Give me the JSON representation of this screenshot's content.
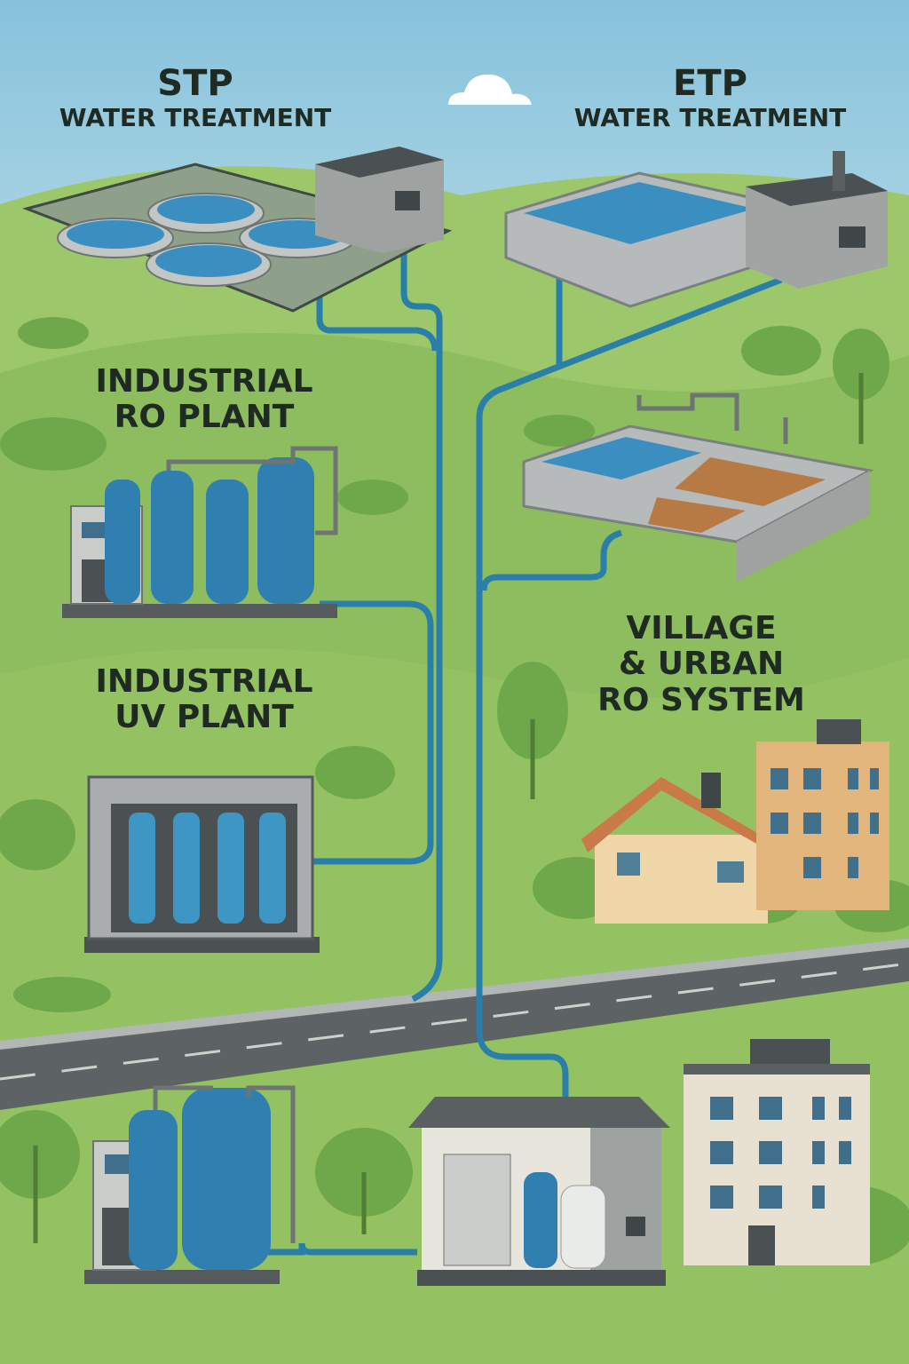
{
  "labels": {
    "stp": {
      "title": "STP",
      "subtitle": "WATER TREATMENT"
    },
    "etp": {
      "title": "ETP",
      "subtitle": "WATER TREATMENT"
    },
    "ro_plant": {
      "line1": "INDUSTRIAL",
      "line2": "RO PLANT"
    },
    "uv_plant": {
      "line1": "INDUSTRIAL",
      "line2": "UV PLANT"
    },
    "village": {
      "line1": "VILLAGE",
      "line2": "& URBAN",
      "line3": "RO SYSTEM"
    }
  },
  "colors": {
    "sky": "#8fc6dd",
    "grass": "#8dbd5f",
    "grass_dark": "#6fa84a",
    "pipe": "#2a7fa8",
    "water": "#3b8fc0",
    "tank": "#2f7fb0",
    "concrete": "#a9adad",
    "road": "#5d6264"
  }
}
